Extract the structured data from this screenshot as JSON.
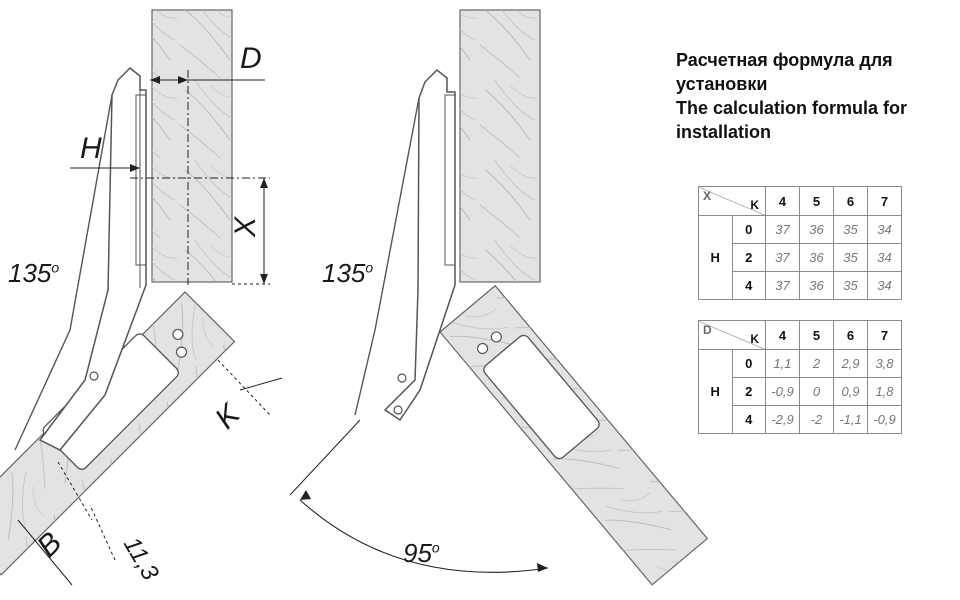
{
  "formula": {
    "line1": "Расчетная формула для",
    "line2": "установки",
    "line3": "The calculation formula for",
    "line4": "installation"
  },
  "diagram_labels": {
    "D": "D",
    "H": "H",
    "X": "X",
    "K": "K",
    "B": "B",
    "offset": "11,3",
    "angle_left": "135",
    "angle_right": "135",
    "opening": "95",
    "degree_symbol": "o"
  },
  "table_x": {
    "corner_top": "X",
    "corner_bottom": "K",
    "row_header": "H",
    "columns": [
      "4",
      "5",
      "6",
      "7"
    ],
    "rows": [
      {
        "h": "0",
        "values": [
          "37",
          "36",
          "35",
          "34"
        ]
      },
      {
        "h": "2",
        "values": [
          "37",
          "36",
          "35",
          "34"
        ]
      },
      {
        "h": "4",
        "values": [
          "37",
          "36",
          "35",
          "34"
        ]
      }
    ]
  },
  "table_d": {
    "corner_top": "D",
    "corner_bottom": "K",
    "row_header": "H",
    "columns": [
      "4",
      "5",
      "6",
      "7"
    ],
    "rows": [
      {
        "h": "0",
        "values": [
          "1,1",
          "2",
          "2,9",
          "3,8"
        ]
      },
      {
        "h": "2",
        "values": [
          "-0,9",
          "0",
          "0,9",
          "1,8"
        ]
      },
      {
        "h": "4",
        "values": [
          "-2,9",
          "-2",
          "-1,1",
          "-0,9"
        ]
      }
    ]
  },
  "colors": {
    "line": "#555555",
    "panel_fill": "#e3e3e3",
    "wood_grain": "#b8b8b8",
    "hinge_fill": "#ffffff"
  }
}
